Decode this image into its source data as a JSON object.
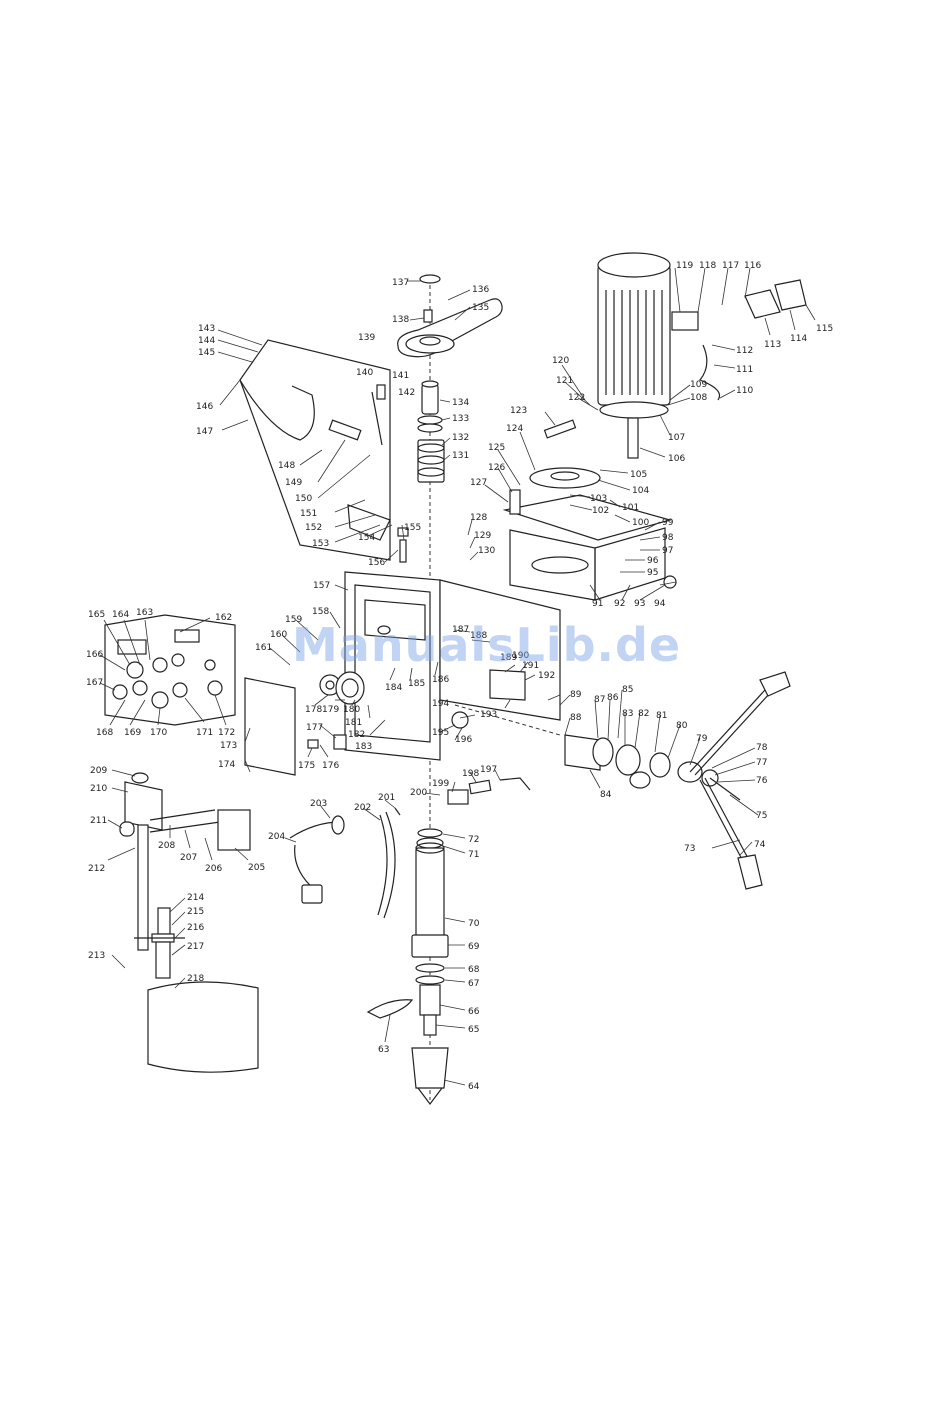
{
  "watermark": "ManualsLib.de",
  "part_labels": [
    {
      "id": "p137",
      "text": "137"
    },
    {
      "id": "p136",
      "text": "136"
    },
    {
      "id": "p135",
      "text": "135"
    },
    {
      "id": "p138",
      "text": "138"
    },
    {
      "id": "p139",
      "text": "139"
    },
    {
      "id": "p140",
      "text": "140"
    },
    {
      "id": "p141",
      "text": "141"
    },
    {
      "id": "p142",
      "text": "142"
    },
    {
      "id": "p134",
      "text": "134"
    },
    {
      "id": "p133",
      "text": "133"
    },
    {
      "id": "p132",
      "text": "132"
    },
    {
      "id": "p131",
      "text": "131"
    },
    {
      "id": "p143",
      "text": "143"
    },
    {
      "id": "p144",
      "text": "144"
    },
    {
      "id": "p145",
      "text": "145"
    },
    {
      "id": "p146",
      "text": "146"
    },
    {
      "id": "p147",
      "text": "147"
    },
    {
      "id": "p148",
      "text": "148"
    },
    {
      "id": "p149",
      "text": "149"
    },
    {
      "id": "p150",
      "text": "150"
    },
    {
      "id": "p151",
      "text": "151"
    },
    {
      "id": "p152",
      "text": "152"
    },
    {
      "id": "p153",
      "text": "153"
    },
    {
      "id": "p154",
      "text": "154"
    },
    {
      "id": "p155",
      "text": "155"
    },
    {
      "id": "p156",
      "text": "156"
    },
    {
      "id": "p157",
      "text": "157"
    },
    {
      "id": "p158",
      "text": "158"
    },
    {
      "id": "p159",
      "text": "159"
    },
    {
      "id": "p160",
      "text": "160"
    },
    {
      "id": "p161",
      "text": "161"
    },
    {
      "id": "p162",
      "text": "162"
    },
    {
      "id": "p163",
      "text": "163"
    },
    {
      "id": "p164",
      "text": "164"
    },
    {
      "id": "p165",
      "text": "165"
    },
    {
      "id": "p166",
      "text": "166"
    },
    {
      "id": "p167",
      "text": "167"
    },
    {
      "id": "p168",
      "text": "168"
    },
    {
      "id": "p169",
      "text": "169"
    },
    {
      "id": "p170",
      "text": "170"
    },
    {
      "id": "p171",
      "text": "171"
    },
    {
      "id": "p172",
      "text": "172"
    },
    {
      "id": "p173",
      "text": "173"
    },
    {
      "id": "p174",
      "text": "174"
    },
    {
      "id": "p175",
      "text": "175"
    },
    {
      "id": "p176",
      "text": "176"
    },
    {
      "id": "p177",
      "text": "177"
    },
    {
      "id": "p178",
      "text": "178"
    },
    {
      "id": "p179",
      "text": "179"
    },
    {
      "id": "p180",
      "text": "180"
    },
    {
      "id": "p181",
      "text": "181"
    },
    {
      "id": "p182",
      "text": "182"
    },
    {
      "id": "p183",
      "text": "183"
    },
    {
      "id": "p184",
      "text": "184"
    },
    {
      "id": "p185",
      "text": "185"
    },
    {
      "id": "p186",
      "text": "186"
    },
    {
      "id": "p187",
      "text": "187"
    },
    {
      "id": "p188",
      "text": "188"
    },
    {
      "id": "p189",
      "text": "189"
    },
    {
      "id": "p190",
      "text": "190"
    },
    {
      "id": "p191",
      "text": "191"
    },
    {
      "id": "p192",
      "text": "192"
    },
    {
      "id": "p193",
      "text": "193"
    },
    {
      "id": "p194",
      "text": "194"
    },
    {
      "id": "p195",
      "text": "195"
    },
    {
      "id": "p196",
      "text": "196"
    },
    {
      "id": "p197",
      "text": "197"
    },
    {
      "id": "p198",
      "text": "198"
    },
    {
      "id": "p199",
      "text": "199"
    },
    {
      "id": "p200",
      "text": "200"
    },
    {
      "id": "p201",
      "text": "201"
    },
    {
      "id": "p202",
      "text": "202"
    },
    {
      "id": "p203",
      "text": "203"
    },
    {
      "id": "p204",
      "text": "204"
    },
    {
      "id": "p205",
      "text": "205"
    },
    {
      "id": "p206",
      "text": "206"
    },
    {
      "id": "p207",
      "text": "207"
    },
    {
      "id": "p208",
      "text": "208"
    },
    {
      "id": "p209",
      "text": "209"
    },
    {
      "id": "p210",
      "text": "210"
    },
    {
      "id": "p211",
      "text": "211"
    },
    {
      "id": "p212",
      "text": "212"
    },
    {
      "id": "p213",
      "text": "213"
    },
    {
      "id": "p214",
      "text": "214"
    },
    {
      "id": "p215",
      "text": "215"
    },
    {
      "id": "p216",
      "text": "216"
    },
    {
      "id": "p217",
      "text": "217"
    },
    {
      "id": "p218",
      "text": "218"
    },
    {
      "id": "p119",
      "text": "119"
    },
    {
      "id": "p118",
      "text": "118"
    },
    {
      "id": "p117",
      "text": "117"
    },
    {
      "id": "p116",
      "text": "116"
    },
    {
      "id": "p115",
      "text": "115"
    },
    {
      "id": "p114",
      "text": "114"
    },
    {
      "id": "p113",
      "text": "113"
    },
    {
      "id": "p112",
      "text": "112"
    },
    {
      "id": "p111",
      "text": "111"
    },
    {
      "id": "p110",
      "text": "110"
    },
    {
      "id": "p109",
      "text": "109"
    },
    {
      "id": "p108",
      "text": "108"
    },
    {
      "id": "p107",
      "text": "107"
    },
    {
      "id": "p106",
      "text": "106"
    },
    {
      "id": "p105",
      "text": "105"
    },
    {
      "id": "p104",
      "text": "104"
    },
    {
      "id": "p103",
      "text": "103"
    },
    {
      "id": "p102",
      "text": "102"
    },
    {
      "id": "p101",
      "text": "101"
    },
    {
      "id": "p100",
      "text": "100"
    },
    {
      "id": "p99",
      "text": "99"
    },
    {
      "id": "p98",
      "text": "98"
    },
    {
      "id": "p97",
      "text": "97"
    },
    {
      "id": "p96",
      "text": "96"
    },
    {
      "id": "p95",
      "text": "95"
    },
    {
      "id": "p94",
      "text": "94"
    },
    {
      "id": "p93",
      "text": "93"
    },
    {
      "id": "p92",
      "text": "92"
    },
    {
      "id": "p91",
      "text": "91"
    },
    {
      "id": "p120",
      "text": "120"
    },
    {
      "id": "p121",
      "text": "121"
    },
    {
      "id": "p122",
      "text": "122"
    },
    {
      "id": "p123",
      "text": "123"
    },
    {
      "id": "p124",
      "text": "124"
    },
    {
      "id": "p125",
      "text": "125"
    },
    {
      "id": "p126",
      "text": "126"
    },
    {
      "id": "p127",
      "text": "127"
    },
    {
      "id": "p128",
      "text": "128"
    },
    {
      "id": "p129",
      "text": "129"
    },
    {
      "id": "p130",
      "text": "130"
    },
    {
      "id": "p89",
      "text": "89"
    },
    {
      "id": "p88",
      "text": "88"
    },
    {
      "id": "p87",
      "text": "87"
    },
    {
      "id": "p86",
      "text": "86"
    },
    {
      "id": "p85",
      "text": "85"
    },
    {
      "id": "p84",
      "text": "84"
    },
    {
      "id": "p83",
      "text": "83"
    },
    {
      "id": "p82",
      "text": "82"
    },
    {
      "id": "p81",
      "text": "81"
    },
    {
      "id": "p80",
      "text": "80"
    },
    {
      "id": "p79",
      "text": "79"
    },
    {
      "id": "p78",
      "text": "78"
    },
    {
      "id": "p77",
      "text": "77"
    },
    {
      "id": "p76",
      "text": "76"
    },
    {
      "id": "p75",
      "text": "75"
    },
    {
      "id": "p74",
      "text": "74"
    },
    {
      "id": "p73",
      "text": "73"
    },
    {
      "id": "p72",
      "text": "72"
    },
    {
      "id": "p71",
      "text": "71"
    },
    {
      "id": "p70",
      "text": "70"
    },
    {
      "id": "p69",
      "text": "69"
    },
    {
      "id": "p68",
      "text": "68"
    },
    {
      "id": "p67",
      "text": "67"
    },
    {
      "id": "p66",
      "text": "66"
    },
    {
      "id": "p65",
      "text": "65"
    },
    {
      "id": "p64",
      "text": "64"
    },
    {
      "id": "p63",
      "text": "63"
    }
  ]
}
